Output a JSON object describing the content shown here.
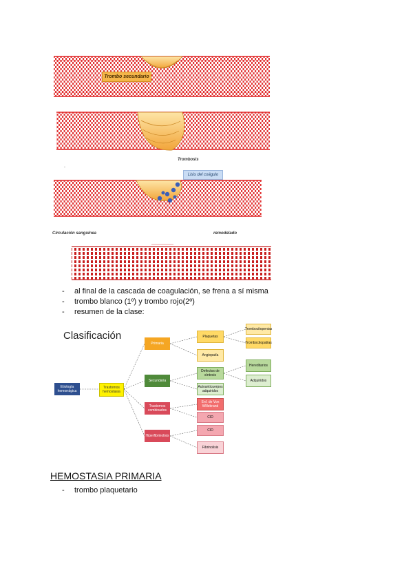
{
  "figure": {
    "labels": {
      "secondary_thrombus": "Trombo secundario",
      "thrombosis": "Trombosis",
      "lysis": "Lisis del coágulo",
      "circulation": "Circulación sanguínea",
      "remodeling": "remodelado"
    },
    "colors": {
      "vessel_red": "#e02020",
      "thrombus_orange": "#f4b54a",
      "fibrin_blue": "#3b5fb8"
    }
  },
  "bullets_top": [
    "al final de la cascada de coagulación, se frena a sí misma",
    "trombo blanco (1º) y trombo rojo(2º)",
    "resumen de la clase:"
  ],
  "classification": {
    "title": "Clasificación",
    "root": "Etiología hemorrágica",
    "level1": "Trastornos hemostasia",
    "branches": {
      "primaria": "Primaria",
      "secundaria": "Secundaria",
      "trastornos_combinados": "Trastornos combinados",
      "hiperfibrinolisis": "Hiperfibrinolisis"
    },
    "leaves": {
      "plaquetas": "Plaquetas",
      "angiopatia": "Angiopatía",
      "trombocitopenias": "Trombocitopenias",
      "trombocitopatias": "Trombocitopatías",
      "defectos_sintesis": "Defectos de síntesis",
      "autoanticuerpos": "Autoanticuerpos adquiridos",
      "hereditarios": "Hereditarios",
      "adquiridos": "Adquiridos",
      "von_willebrand": "Enf. de Von Willebrand",
      "cid_1": "CID",
      "cid_2": "CID",
      "fibrinolisis": "Fibrinolisis"
    },
    "colors": {
      "root": "#2e4f8f",
      "level1": "#fff200",
      "primaria": "#f5a623",
      "secundaria": "#4f8a3a",
      "combinados": "#d94a5a",
      "hiper": "#d94a5a",
      "leaf_yellow": "#ffd966",
      "leaf_green": "#b8d99c",
      "leaf_pink": "#f4a7b0",
      "leaf_red": "#f26d6d"
    }
  },
  "bullets_bottom_heading": "HEMOSTASIA PRIMARIA",
  "bullets_bottom": [
    "trombo plaquetario"
  ],
  "stray_mark": "-"
}
